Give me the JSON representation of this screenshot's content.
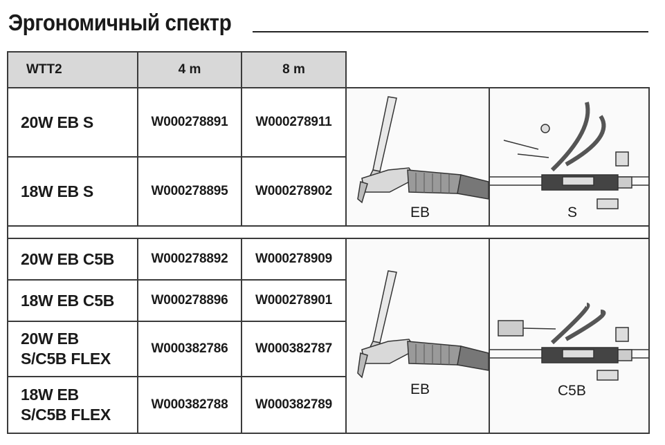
{
  "title": "Эргономичный спектр",
  "header": {
    "model": "WTT2",
    "col4": "4 m",
    "col8": "8 m"
  },
  "group1": {
    "rows": [
      {
        "name": "20W EB S",
        "code4": "W000278891",
        "code8": "W000278911"
      },
      {
        "name": "18W EB S",
        "code4": "W000278895",
        "code8": "W000278902"
      }
    ],
    "img_labels": {
      "torch": "EB",
      "plug": "S"
    }
  },
  "group2": {
    "rows": [
      {
        "name": "20W EB C5B",
        "code4": "W000278892",
        "code8": "W000278909"
      },
      {
        "name": "18W EB C5B",
        "code4": "W000278896",
        "code8": "W000278901"
      },
      {
        "name_line1": "20W EB",
        "name_line2": "S/C5B FLEX",
        "code4": "W000382786",
        "code8": "W000382787"
      },
      {
        "name_line1": "18W EB",
        "name_line2": "S/C5B FLEX",
        "code4": "W000382788",
        "code8": "W000382789"
      }
    ],
    "img_labels": {
      "torch": "EB",
      "plug": "C5B"
    }
  }
}
